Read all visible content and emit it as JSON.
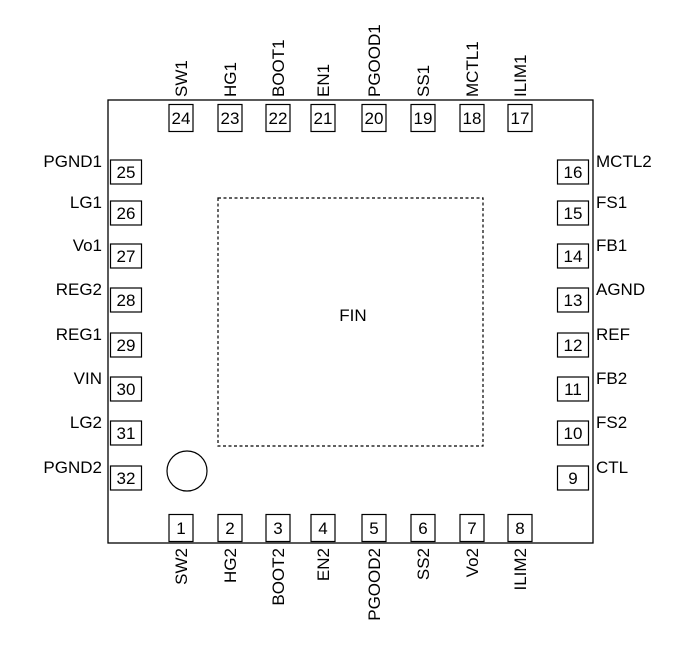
{
  "package": {
    "center_label": "FIN",
    "pins_bottom": [
      {
        "num": "1",
        "name": "SW2"
      },
      {
        "num": "2",
        "name": "HG2"
      },
      {
        "num": "3",
        "name": "BOOT2"
      },
      {
        "num": "4",
        "name": "EN2"
      },
      {
        "num": "5",
        "name": "PGOOD2"
      },
      {
        "num": "6",
        "name": "SS2"
      },
      {
        "num": "7",
        "name": "Vo2"
      },
      {
        "num": "8",
        "name": "ILIM2"
      }
    ],
    "pins_right": [
      {
        "num": "9",
        "name": "CTL"
      },
      {
        "num": "10",
        "name": "FS2"
      },
      {
        "num": "11",
        "name": "FB2"
      },
      {
        "num": "12",
        "name": "REF"
      },
      {
        "num": "13",
        "name": "AGND"
      },
      {
        "num": "14",
        "name": "FB1"
      },
      {
        "num": "15",
        "name": "FS1"
      },
      {
        "num": "16",
        "name": "MCTL2"
      }
    ],
    "pins_top": [
      {
        "num": "17",
        "name": "ILIM1"
      },
      {
        "num": "18",
        "name": "MCTL1"
      },
      {
        "num": "19",
        "name": "SS1"
      },
      {
        "num": "20",
        "name": "PGOOD1"
      },
      {
        "num": "21",
        "name": "EN1"
      },
      {
        "num": "22",
        "name": "BOOT1"
      },
      {
        "num": "23",
        "name": "HG1"
      },
      {
        "num": "24",
        "name": "SW1"
      }
    ],
    "pins_left": [
      {
        "num": "25",
        "name": "PGND1"
      },
      {
        "num": "26",
        "name": "LG1"
      },
      {
        "num": "27",
        "name": "Vo1"
      },
      {
        "num": "28",
        "name": "REG2"
      },
      {
        "num": "29",
        "name": "REG1"
      },
      {
        "num": "30",
        "name": "VIN"
      },
      {
        "num": "31",
        "name": "LG2"
      },
      {
        "num": "32",
        "name": "PGND2"
      }
    ]
  }
}
